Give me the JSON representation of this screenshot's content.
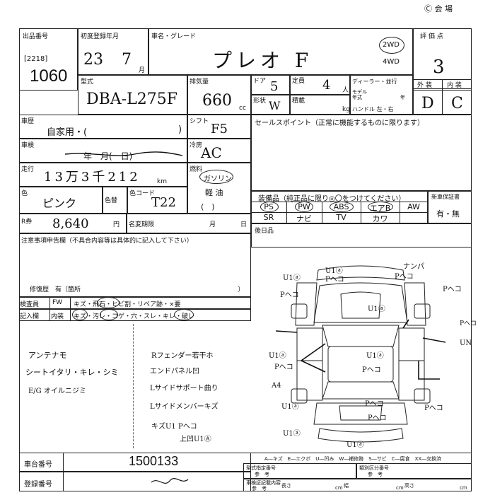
{
  "header": {
    "top_right": "Ⓒ 会 場"
  },
  "lot": {
    "label": "出品番号",
    "code": "[2218]",
    "number": "1060"
  },
  "first_reg": {
    "label": "初度登録年月",
    "year": "23",
    "month": "7",
    "month_unit": "月"
  },
  "car_name": {
    "label": "車名・グレード",
    "value": "プレオ F"
  },
  "drive": {
    "opt1": "2WD",
    "opt2": "4WD"
  },
  "grade": {
    "label": "評 価 点",
    "value": "3",
    "exterior_label": "外 装",
    "interior_label": "内 装",
    "exterior": "D",
    "interior": "C"
  },
  "model": {
    "label": "型式",
    "value": "DBA-L275F"
  },
  "displacement": {
    "label": "排気量",
    "value": "660",
    "unit": "cc"
  },
  "doors": {
    "label": "ドア",
    "value": "5"
  },
  "capacity": {
    "label": "定員",
    "value": "4",
    "unit": "人"
  },
  "shape": {
    "label": "形状",
    "value": "W"
  },
  "load": {
    "label": "積載",
    "unit": "kg"
  },
  "dealer": {
    "line1": "ディーラー・並行",
    "line2": "モデル",
    "line3": "年式",
    "line3_unit": "年",
    "line4": "ハンドル 左・右"
  },
  "usage": {
    "label": "車歴",
    "value": "自家用・(",
    "close": ")"
  },
  "shift": {
    "label": "シフト",
    "value": "F5"
  },
  "inspection": {
    "label": "車検",
    "value": "年　月(　日)"
  },
  "aircon": {
    "label": "冷房",
    "value": "AC"
  },
  "mileage": {
    "label": "走行",
    "value": "13万3千212",
    "unit": "km"
  },
  "fuel": {
    "label": "燃料",
    "opt1": "ガソリン",
    "opt2": "軽 油",
    "opt3": "(　)"
  },
  "color": {
    "label": "色",
    "value": "ピンク",
    "change_label": "色替",
    "code_label": "色コード",
    "code_value": "T22"
  },
  "recycle": {
    "label": "R券",
    "value": "8,640",
    "unit": "円"
  },
  "name_change": {
    "label": "名変期限",
    "month_unit": "月",
    "day_unit": "日"
  },
  "sales_points": {
    "label": "セールスポイント（正常に機能するものに限ります）"
  },
  "equipment": {
    "label": "装備品（純正品に限り◎〇をつけてください）",
    "items_row1": [
      "PS",
      "PW",
      "ABS",
      "エアB",
      "AW"
    ],
    "items_row2": [
      "SR",
      "ナビ",
      "TV",
      "カワ",
      ""
    ]
  },
  "new_cert": {
    "label": "新車保証書",
    "value": "有・無"
  },
  "aftermarket": {
    "label": "後日品"
  },
  "notes_box": {
    "label": "注意事項申告欄（不具合内容等は具体的に記入して下さい）",
    "repair": "修復歴　有〔箇所",
    "repair_close": "〕"
  },
  "inspector_section": {
    "row1_label": "検査員",
    "row1_tag": "FW",
    "row1_text": "キズ・飛石・ヒビ割・リペア跡・×要",
    "row2_label": "記入欄",
    "row2_tag": "内装",
    "row2_text": "キズ・汚レ・コゲ・穴・スレ・キレ・破レ"
  },
  "inspector_notes": [
    "アンテナモ",
    "シートイタリ・キレ・シミ",
    "E/G オイルニジミ"
  ],
  "inspector_notes_right": [
    "Rフェンダー若干ホ",
    "エンドパネル凹",
    "Lサイドサポート曲り",
    "Lサイドメンバーキズ",
    "キズU1 Pヘコ",
    "上凹U1Ⓐ"
  ],
  "diagram_marks": {
    "front_left_1": "U1ⓐ",
    "front_left_2": "Pヘコ",
    "left_fender_1": "U1ⓐ",
    "left_fender_2": "Pヘコ",
    "hood": "U1ⓐ",
    "front_right_1": "ナンパ",
    "front_right_2": "Pヘコ",
    "right_fender": "Pヘコ",
    "right_side_1": "Pヘコ",
    "right_side_2": "UN",
    "left_side_1": "U1ⓐ",
    "left_side_2": "Pヘコ",
    "left_door": "A4",
    "left_rear": "U1ⓐ",
    "center_1": "U1ⓐ",
    "center_2": "Pヘコ",
    "rear_1": "Pヘコ",
    "rear_2": "Pヘコ",
    "rear_right": "Pヘコ",
    "bottom_left": "U1ⓐ",
    "bottom_mid": "U1ⓐ"
  },
  "legend": "A―キズ　E―エクボ　U―凹み　W―補修跡　S―サビ　C―腐食　XX―交換済",
  "chassis": {
    "label": "車台番号",
    "value": "1500133"
  },
  "registration": {
    "label": "登録番号"
  },
  "bottom_right": {
    "designation_label": "型式指定番号",
    "designation_sub": "参　考",
    "class_label": "類別区分番号",
    "class_sub": "参　考",
    "reg_cert_label": "車検証記載内容",
    "reg_cert_sub": "参　考",
    "length_label": "長さ",
    "width_label": "幅",
    "height_label": "高さ",
    "unit": "cm"
  }
}
